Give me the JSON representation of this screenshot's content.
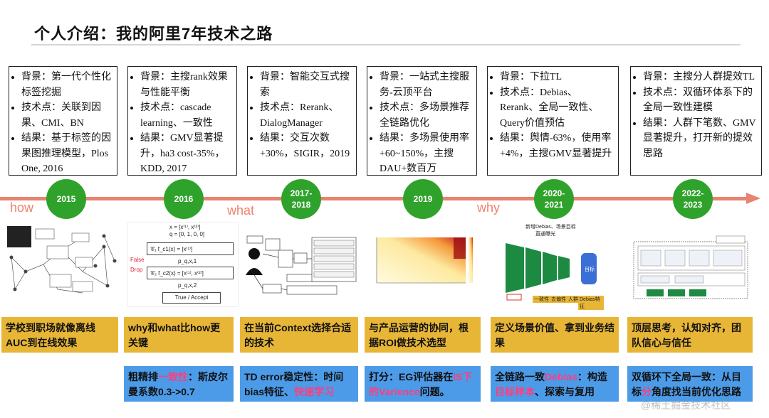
{
  "title": "个人介绍：我的阿里7年技术之路",
  "boxes": [
    {
      "items": [
        "背景：第一代个性化标签挖掘",
        "技术点：关联到因果、CMI、BN",
        "结果：基于标签的因果图推理模型，Plos One, 2016"
      ]
    },
    {
      "items": [
        "背景：主搜rank效果与性能平衡",
        "技术点：cascade learning、一致性",
        "结果：GMV显著提升，ha3 cost-35%，KDD, 2017"
      ]
    },
    {
      "items": [
        "背景：智能交互式搜索",
        "技术点：Rerank、DialogManager",
        "结果：交互次数+30%，SIGIR，2019"
      ]
    },
    {
      "items": [
        "背景：一站式主搜服务-云顶平台",
        "技术点：多场景推荐全链路优化",
        "结果：多场景使用率+60~150%，主搜DAU+数百万"
      ]
    },
    {
      "items": [
        "背景：下拉TL",
        "技术点：Debias、Rerank、全局一致性、Query价值预估",
        "结果：舆情-63%，使用率+4%，主搜GMV显著提升"
      ]
    },
    {
      "items": [
        "背景：主搜分人群提效TL",
        "技术点：双循环体系下的全局一致性建模",
        "结果：人群下笔数、GMV显著提升，打开新的提效思路"
      ]
    }
  ],
  "nodes": [
    "2015",
    "2016",
    "2017-\n2018",
    "2019",
    "2020-\n2021",
    "2022-\n2023"
  ],
  "phases": [
    "how",
    "what",
    "why"
  ],
  "figures": {
    "fig2": {
      "eq1": "x = [x⁽¹⁾, x⁽²⁾]",
      "eq2": "q = [0, 1, 0, 0]",
      "c1": "𝒞₁  f_c1(x) = [x⁽¹⁾]",
      "p1": "p_q,x,1",
      "c2": "𝒞₂  f_c2(x) = [x⁽¹⁾, x⁽²⁾]",
      "p2": "p_q,x,2",
      "accept": "True / Accept",
      "false": "False",
      "drop": "Drop"
    },
    "fig5": {
      "header": "新增Debias、场景目标",
      "sub": "直通曝光",
      "labels": [
        "一致性",
        "去偏性",
        "人群",
        "Debias特征"
      ],
      "target": "目标"
    }
  },
  "yellow": [
    "学校到职场就像离线AUC到在线效果",
    "why和what比how更关键",
    "在当前Context选择合适的技术",
    "与产品运营的协同，根据ROI做技术选型",
    "定义场景价值、拿到业务结果",
    "顶层思考，认知对齐，团队信心与信任"
  ],
  "blue": [
    {
      "a": "粗精排",
      "b": "一致性",
      "c": "：斯皮尔曼系数0.3->0.7"
    },
    {
      "a": "TD error稳定性：时间bias特征、",
      "b": "快速学习",
      "c": ""
    },
    {
      "a": "打分：EG评估器在",
      "b": "IS下的Varience",
      "c": "问题。"
    },
    {
      "a": "全链路一致",
      "b": "Debias",
      "c": "：构造",
      "d": "目标样本",
      "e": "、探索与复用"
    },
    {
      "a": "双循环下全局一致：从目标",
      "b": "分",
      "c": "角度找当前优化思路"
    }
  ],
  "watermark": "@稀土掘金技术社区"
}
